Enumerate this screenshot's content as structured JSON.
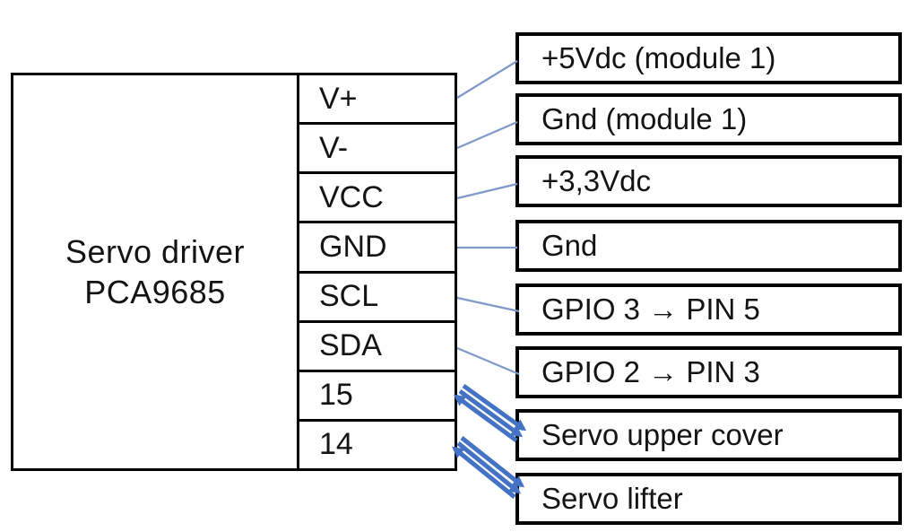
{
  "diagram": {
    "driver": {
      "title_line1": "Servo driver",
      "title_line2": "PCA9685"
    },
    "pins": [
      {
        "label": "V+"
      },
      {
        "label": "V-"
      },
      {
        "label": "VCC"
      },
      {
        "label": "GND"
      },
      {
        "label": "SCL"
      },
      {
        "label": "SDA"
      },
      {
        "label": "15"
      },
      {
        "label": "14"
      }
    ],
    "targets": [
      {
        "label": "+5Vdc (module 1)"
      },
      {
        "label": "Gnd (module 1)"
      },
      {
        "label": "+3,3Vdc"
      },
      {
        "label": "Gnd"
      },
      {
        "label": "GPIO 3 → PIN 5"
      },
      {
        "label": "GPIO 2 → PIN 3"
      },
      {
        "label": "Servo upper cover"
      },
      {
        "label": "Servo lifter"
      }
    ],
    "connections": [
      {
        "from": "V+",
        "to": "+5Vdc (module 1)",
        "style": "thin-line"
      },
      {
        "from": "V-",
        "to": "Gnd (module 1)",
        "style": "thin-line"
      },
      {
        "from": "VCC",
        "to": "+3,3Vdc",
        "style": "thin-line"
      },
      {
        "from": "GND",
        "to": "Gnd",
        "style": "thin-line"
      },
      {
        "from": "SCL",
        "to": "GPIO 3 → PIN 5",
        "style": "thin-line"
      },
      {
        "from": "SDA",
        "to": "GPIO 2 → PIN 3",
        "style": "thin-line"
      },
      {
        "from": "15",
        "to": "Servo upper cover",
        "style": "triple-arrow"
      },
      {
        "from": "14",
        "to": "Servo lifter",
        "style": "triple-arrow"
      }
    ],
    "colors": {
      "wire_thin": "#7f99c9",
      "wire_thick": "#4472c4",
      "border": "#000000",
      "background": "#ffffff"
    }
  }
}
